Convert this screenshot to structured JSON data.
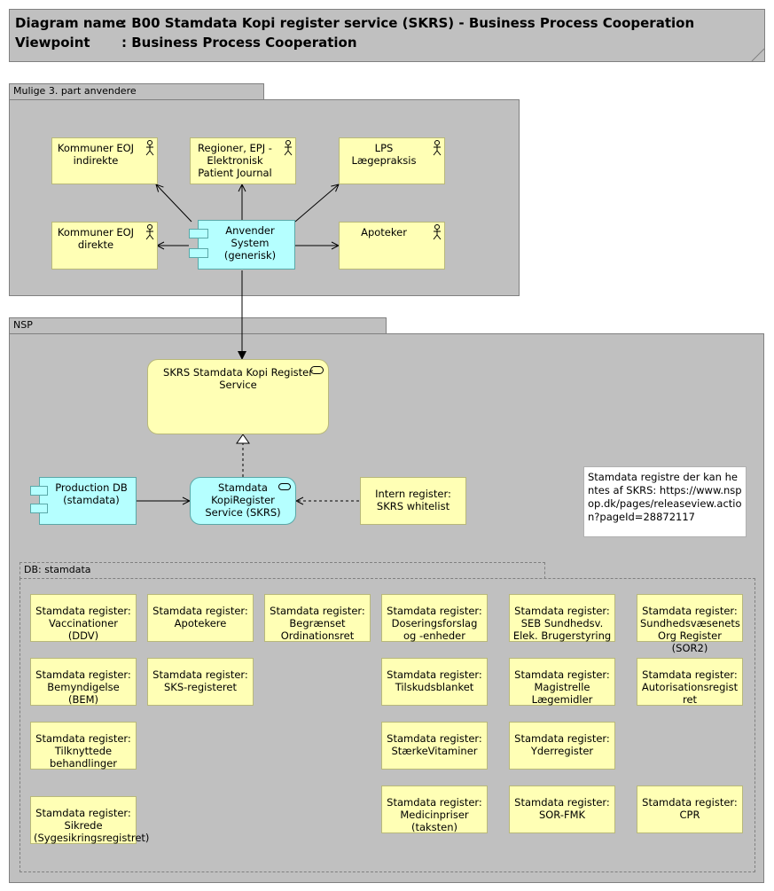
{
  "header": {
    "diagram_label": "Diagram name",
    "diagram_value": ": B00 Stamdata Kopi register service (SKRS) - Business Process Cooperation",
    "viewpoint_label": "Viewpoint",
    "viewpoint_value": ": Business Process Cooperation"
  },
  "groups": {
    "third_party": "Mulige 3. part anvendere",
    "nsp": "NSP",
    "db": "DB: stamdata"
  },
  "actors": {
    "kommuner_indirekte": "Kommuner EOJ indirekte",
    "regioner": "Regioner, EPJ - Elektronisk Patient Journal",
    "lps": "LPS Lægepraksis",
    "kommuner_direkte": "Kommuner EOJ direkte",
    "apoteker": "Apoteker"
  },
  "components": {
    "anvender": "Anvender System (generisk)",
    "production_db": "Production DB (stamdata)"
  },
  "services": {
    "skrs_service": "SKRS Stamdata Kopi Register Service",
    "kopiregister": "Stamdata KopiRegister Service (SKRS)"
  },
  "whitelist": "Intern register: SKRS whitelist",
  "note": "Stamdata registre der kan hentes af SKRS: https://www.nspop.dk/pages/releaseview.action?pageId=28872117",
  "registers": [
    "Stamdata register: Vaccinationer (DDV)",
    "Stamdata register: Apotekere",
    "Stamdata register: Begrænset Ordinationsret",
    "Stamdata register: Doseringsforslag og -enheder",
    "Stamdata register: SEB Sundhedsv. Elek. Brugerstyring",
    "Stamdata register: Sundhedsvæsenets Org Register (SOR2)",
    "Stamdata register: Bemyndigelse (BEM)",
    "Stamdata register: SKS-registeret",
    "Stamdata register: Tilskudsblanket",
    "Stamdata register: Magistrelle Lægemidler",
    "Stamdata register: Autorisationsregistret",
    "Stamdata register: Tilknyttede behandlinger",
    "Stamdata register: StærkeVitaminer",
    "Stamdata register: Yderregister",
    "Stamdata register: Sikrede (Sygesikringsregistret)",
    "Stamdata register: Medicinpriser (taksten)",
    "Stamdata register: SOR-FMK",
    "Stamdata register: CPR"
  ],
  "colors": {
    "group_fill": "#c0c0c0",
    "business_fill": "#ffffb5",
    "application_fill": "#b5ffff"
  }
}
